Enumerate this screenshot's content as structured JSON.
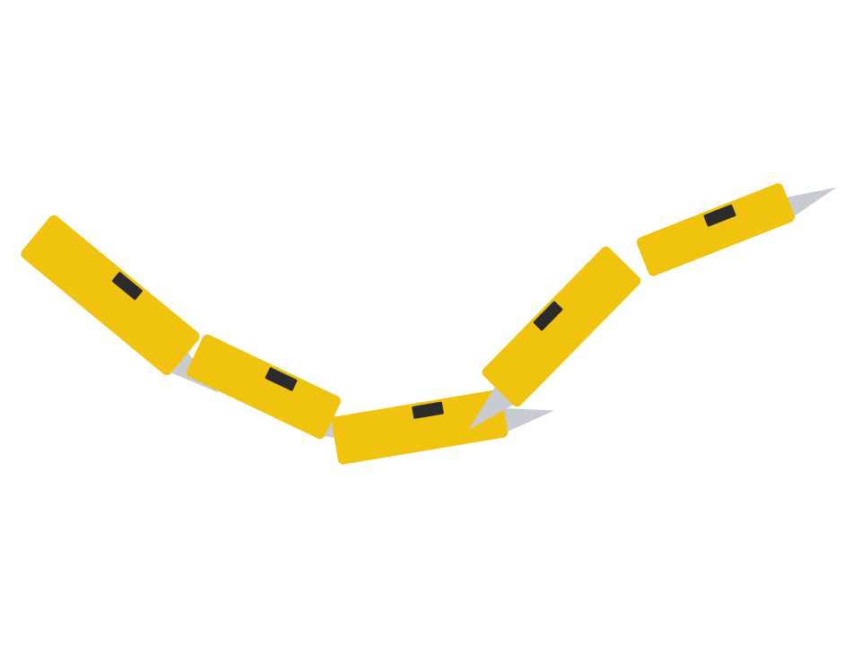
{
  "colors": {
    "background": "#ffffff",
    "segment_body": "#F0C30F",
    "segment_band": "#2B2B2B",
    "blade_tip": "#C9CBD2"
  },
  "segments": [
    {
      "name": "segment-1",
      "band": "band-icon",
      "tip": "blade-tip-icon"
    },
    {
      "name": "segment-2",
      "band": "band-icon",
      "tip": "blade-tip-icon"
    },
    {
      "name": "segment-3",
      "band": "band-icon",
      "tip": "blade-tip-icon"
    },
    {
      "name": "segment-4",
      "band": "band-icon",
      "tip": "blade-tip-icon"
    },
    {
      "name": "segment-5",
      "band": "band-icon",
      "tip": "blade-tip-icon"
    }
  ]
}
